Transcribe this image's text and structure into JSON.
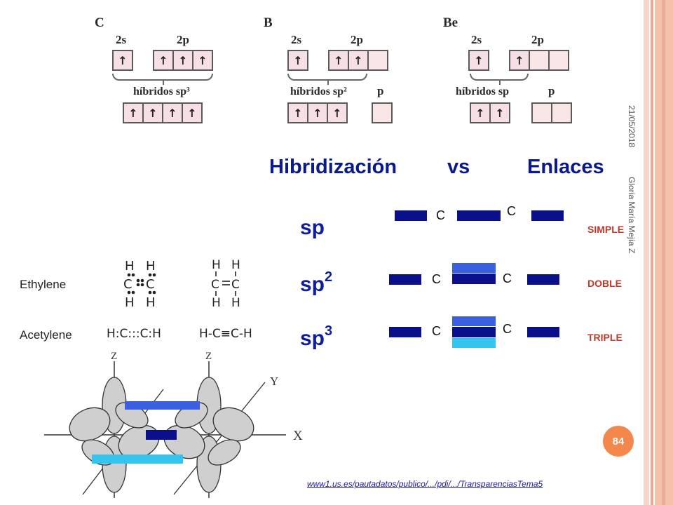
{
  "orbitals": [
    {
      "atom": "C",
      "s_label": "2s",
      "p_label": "2p",
      "s_box": [
        "↑"
      ],
      "p_boxes": [
        "↑",
        "↑",
        "↑"
      ],
      "hybrid_label": "híbridos sp³",
      "hybrid_boxes": [
        "↑",
        "↑",
        "↑",
        "↑"
      ],
      "extra_label": "",
      "extra_boxes": []
    },
    {
      "atom": "B",
      "s_label": "2s",
      "p_label": "2p",
      "s_box": [
        "↑"
      ],
      "p_boxes": [
        "↑",
        "↑",
        ""
      ],
      "hybrid_label": "híbridos sp²",
      "hybrid_boxes": [
        "↑",
        "↑",
        "↑"
      ],
      "extra_label": "p",
      "extra_boxes": [
        ""
      ]
    },
    {
      "atom": "Be",
      "s_label": "2s",
      "p_label": "2p",
      "s_box": [
        "↑"
      ],
      "p_boxes": [
        "↑",
        "",
        ""
      ],
      "hybrid_label": "híbridos sp",
      "hybrid_boxes": [
        "↑",
        "↑"
      ],
      "extra_label": "p",
      "extra_boxes": [
        "",
        ""
      ]
    }
  ],
  "title": {
    "left": "Hibridización",
    "mid": "vs",
    "right": "Enlaces"
  },
  "rows": [
    {
      "hyb": "sp",
      "sup": "",
      "c1": "C",
      "c2": "C",
      "type": "SIMPLE"
    },
    {
      "hyb": "sp",
      "sup": "2",
      "c1": "C",
      "c2": "C",
      "type": "DOBLE"
    },
    {
      "hyb": "sp",
      "sup": "3",
      "c1": "C",
      "c2": "C",
      "type": "TRIPLE"
    }
  ],
  "molecules": [
    {
      "name": "Ethylene",
      "lewis": "H H / C::C / H H",
      "structural": "H H / C=C / H H"
    },
    {
      "name": "Acetylene",
      "lewis": "H:C:::C:H",
      "structural": "H-C≡C-H"
    }
  ],
  "axes": {
    "z1": "Z",
    "z2": "Z",
    "y": "Y",
    "x": "X"
  },
  "side": {
    "date": "21/05/2018",
    "author": "Gloria María Mejía Z"
  },
  "page_number": "84",
  "link": "www1.us.es/pautadatos/publico/.../pdi/.../TransparenciasTema5",
  "colors": {
    "navy": "#0a0f8a",
    "mid_blue": "#3a5fe0",
    "light_blue": "#33c4f0",
    "accent": "#c0392b",
    "badge": "#f4874b"
  }
}
